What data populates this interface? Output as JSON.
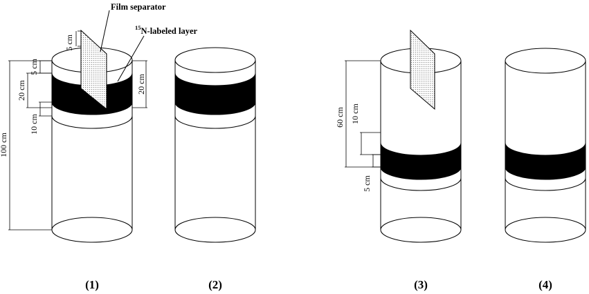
{
  "labels": {
    "film_separator": "Film separator",
    "n15_prefix": "15",
    "n15_label": "N-labeled layer"
  },
  "dims": {
    "d5_top": "5 cm",
    "d5_left": "5 cm",
    "d20_left": "20 cm",
    "d10_left": "10 cm",
    "d100": "100 cm",
    "d20_right": "20 cm",
    "d60": "60 cm",
    "d10_c3": "10 cm",
    "d5_c3": "5 cm"
  },
  "captions": [
    "(1)",
    "(2)",
    "(3)",
    "(4)"
  ],
  "colors": {
    "layer": "#000000",
    "line": "#000000",
    "film": "#dddddd"
  }
}
